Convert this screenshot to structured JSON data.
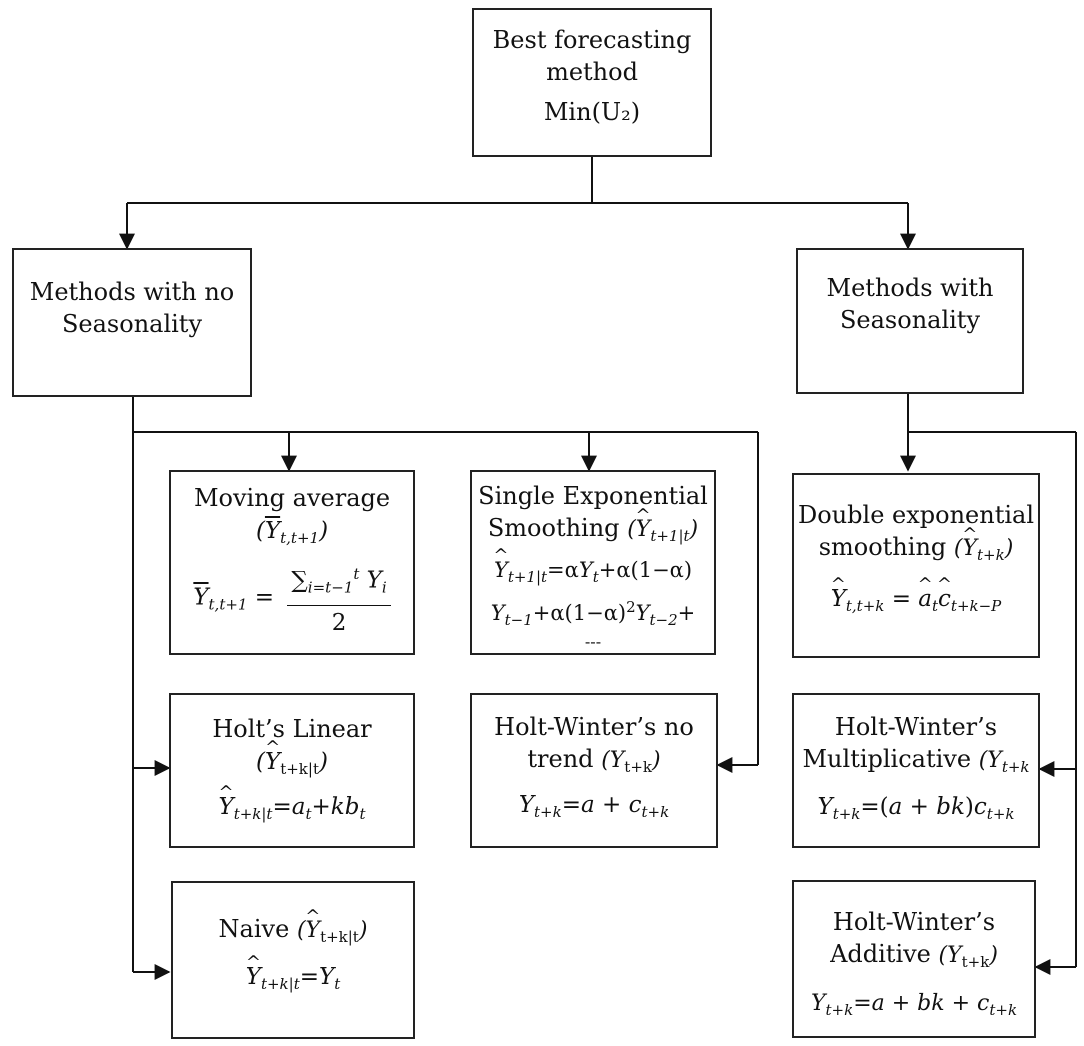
{
  "root": {
    "line1": "Best forecasting",
    "line2": "method",
    "line3": "Min(U₂)"
  },
  "left_group": {
    "line1": "Methods with no",
    "line2": "Seasonality"
  },
  "right_group": {
    "line1": "Methods with",
    "line2": "Seasonality"
  },
  "moving_average": {
    "title": "Moving average",
    "sum_lower": "i=t−1",
    "sum_upper": "t",
    "denominator": "2"
  },
  "single_exp": {
    "title1": "Single Exponential",
    "title2": "Smoothing",
    "continuation": "---"
  },
  "holts_linear": {
    "title": "Holt’s Linear"
  },
  "hw_no_trend": {
    "title1": "Holt-Winter’s no",
    "title2": "trend"
  },
  "naive": {
    "title": "Naive"
  },
  "double_exp": {
    "title1": "Double exponential",
    "title2": "smoothing"
  },
  "hw_mult": {
    "title1": "Holt-Winter’s",
    "title2": "Multiplicative"
  },
  "hw_add": {
    "title1": "Holt-Winter’s",
    "title2": "Additive"
  }
}
